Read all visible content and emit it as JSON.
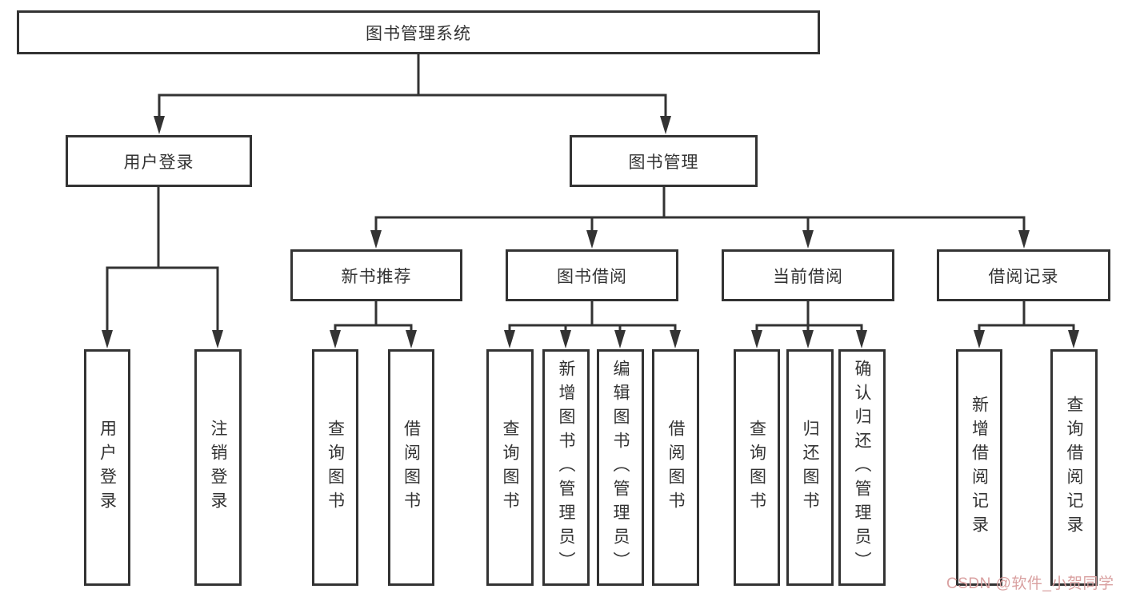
{
  "tree": {
    "root": {
      "label": "图书管理系统"
    },
    "login": {
      "label": "用户登录",
      "children": [
        {
          "label": "用户登录"
        },
        {
          "label": "注销登录"
        }
      ]
    },
    "management": {
      "label": "图书管理",
      "sections": [
        {
          "label": "新书推荐",
          "children": [
            {
              "label": "查询图书"
            },
            {
              "label": "借阅图书"
            }
          ]
        },
        {
          "label": "图书借阅",
          "children": [
            {
              "label": "查询图书"
            },
            {
              "label": "新增图书（管理员）"
            },
            {
              "label": "编辑图书（管理员）"
            },
            {
              "label": "借阅图书"
            }
          ]
        },
        {
          "label": "当前借阅",
          "children": [
            {
              "label": "查询图书"
            },
            {
              "label": "归还图书"
            },
            {
              "label": "确认归还（管理员）"
            }
          ]
        },
        {
          "label": "借阅记录",
          "children": [
            {
              "label": "新增借阅记录"
            },
            {
              "label": "查询借阅记录"
            }
          ]
        }
      ]
    }
  },
  "style": {
    "line_color": "#333333",
    "border_color": "#333333",
    "text_color": "#333333",
    "background": "#ffffff",
    "watermark_color": "#d9a0a0"
  },
  "watermark": {
    "text": "CSDN @软件_小贺同学"
  }
}
